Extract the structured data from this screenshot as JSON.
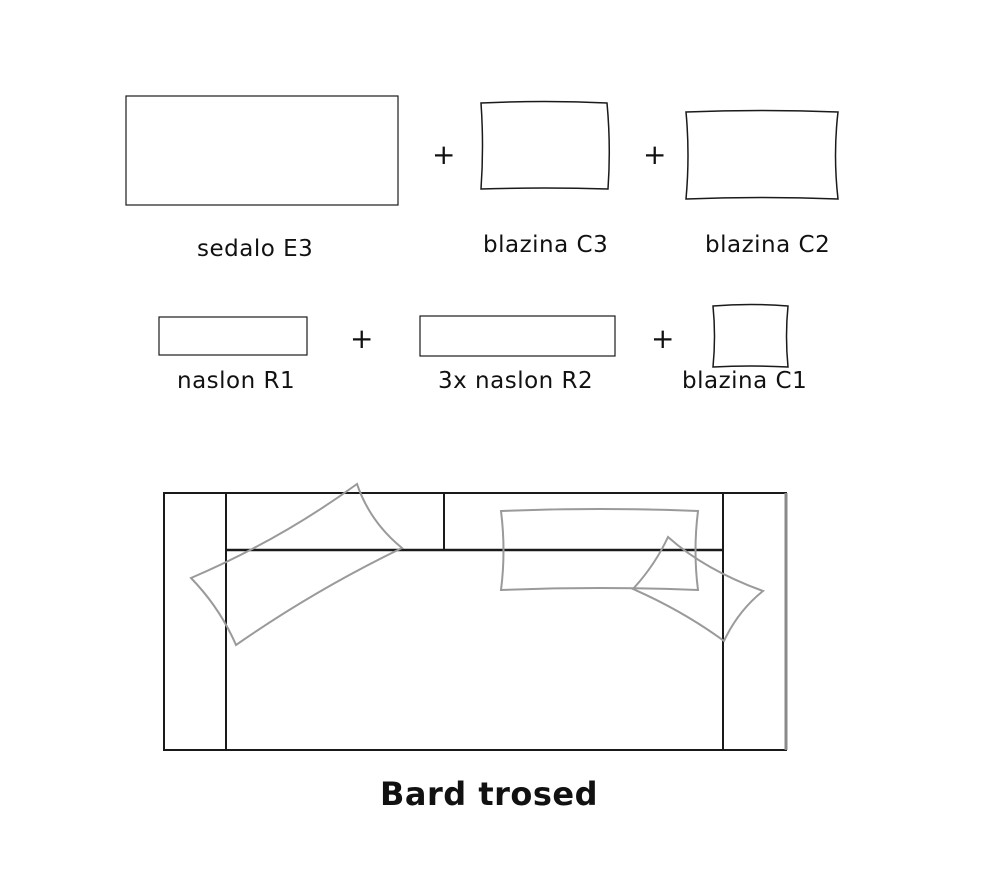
{
  "components_row1": [
    {
      "label": "sedalo E3"
    },
    {
      "label": "blazina C3"
    },
    {
      "label": "blazina C2"
    }
  ],
  "components_row2": [
    {
      "label": "naslon R1"
    },
    {
      "label": "3x naslon R2"
    },
    {
      "label": "blazina C1"
    }
  ],
  "plus_sign": "+",
  "title": "Bard trosed",
  "colors": {
    "outline": "#1a1a1a",
    "pillow_outline": "#9a9a9a",
    "background": "#ffffff"
  }
}
